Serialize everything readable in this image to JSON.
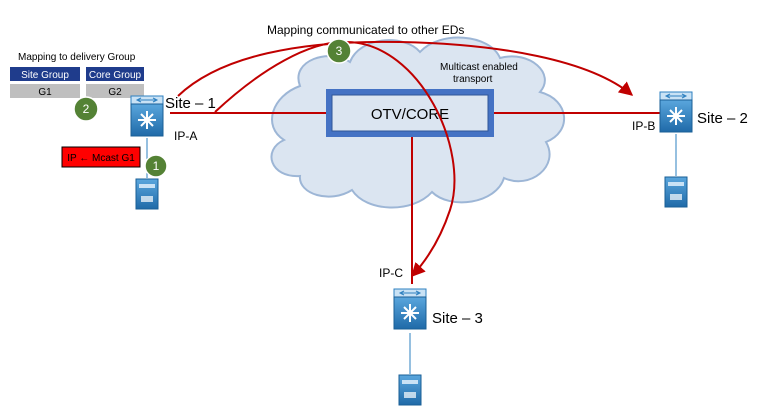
{
  "top_caption": "Mapping communicated to other EDs",
  "mapping_title": "Mapping to delivery Group",
  "headers": {
    "site_group": "Site Group",
    "core_group": "Core Group"
  },
  "groups": {
    "g1": "G1",
    "g2": "G2"
  },
  "mcast_mapping": "IP ← Mcast G1",
  "core_label": "OTV/CORE",
  "cloud_note": [
    "Multicast enabled",
    "transport"
  ],
  "sites": [
    {
      "name": "Site – 1",
      "ip": "IP-A"
    },
    {
      "name": "Site – 2",
      "ip": "IP-B"
    },
    {
      "name": "Site – 3",
      "ip": "IP-C"
    }
  ],
  "steps": [
    "1",
    "2",
    "3"
  ],
  "colors": {
    "link": "#c00000",
    "cloud_fill": "#dbe5f1",
    "cloud_stroke": "#9db6d6",
    "core_fill": "#dbe5f1",
    "core_stroke": "#4472c4",
    "header_fill": "#1f3c8c",
    "group_fill": "#bfbfbf",
    "mcast_fill": "#ff0000",
    "step_fill": "#548235",
    "device": "#2e80c0"
  },
  "icons": [
    "router-icon",
    "server-icon"
  ]
}
